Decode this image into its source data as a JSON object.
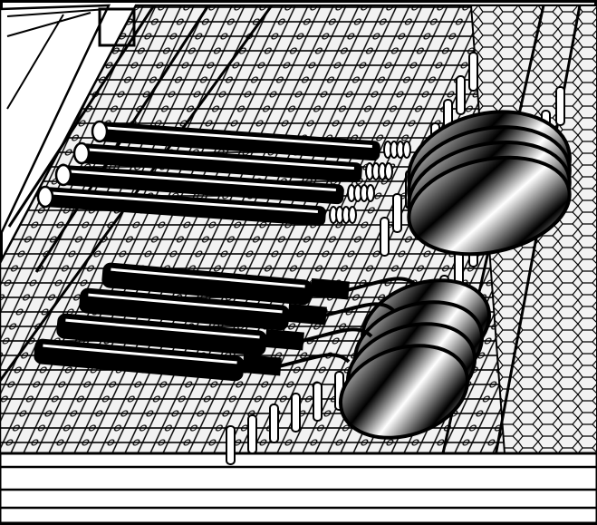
{
  "illustration": {
    "subject": "cutlery-tray",
    "style": "black-and-white line drawing",
    "colors": {
      "ink": "#000000",
      "paper": "#ffffff",
      "tray_fill": "#f2f2f2",
      "shade": "#9a9a9a"
    },
    "items": [
      {
        "kind": "ladle",
        "count": 4
      },
      {
        "kind": "serving-spoon",
        "count": 4
      }
    ]
  }
}
